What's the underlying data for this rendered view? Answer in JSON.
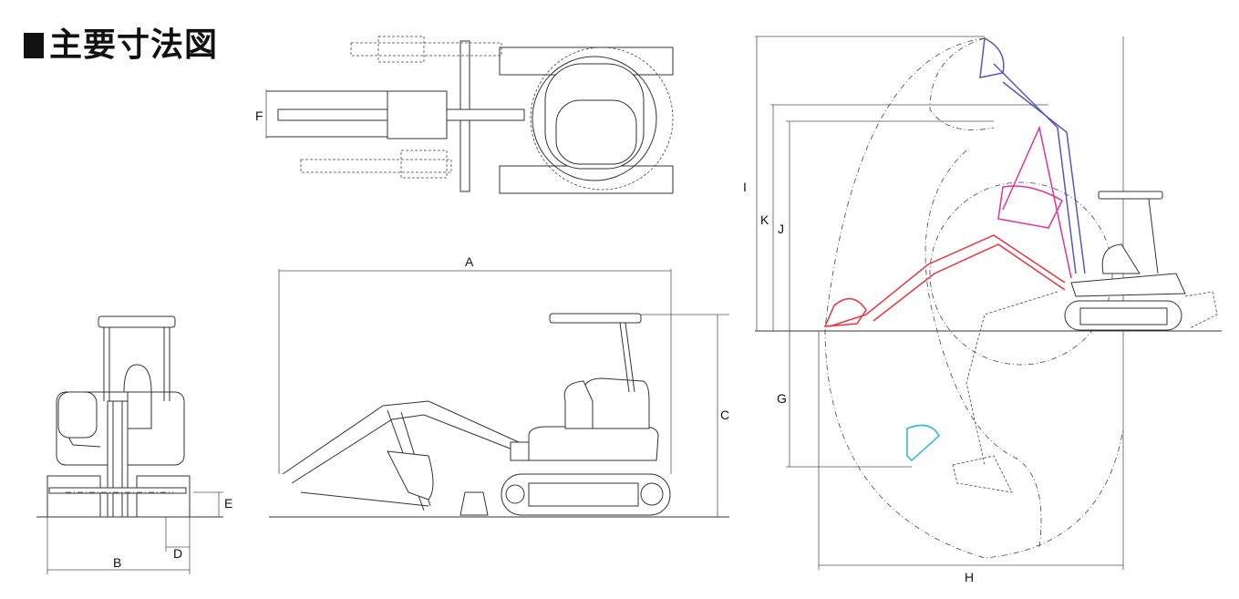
{
  "title": "■主要寸法図",
  "heading_text": "主要寸法図",
  "labels": {
    "A": "A",
    "B": "B",
    "C": "C",
    "D": "D",
    "E": "E",
    "F": "F",
    "G": "G",
    "H": "H",
    "I": "I",
    "J": "J",
    "K": "K"
  },
  "colors": {
    "boom_high": "#5a55b8",
    "boom_mid": "#e0329a",
    "boom_low": "#e8343f",
    "bucket_deep": "#27b6d8",
    "line": "#333333"
  }
}
